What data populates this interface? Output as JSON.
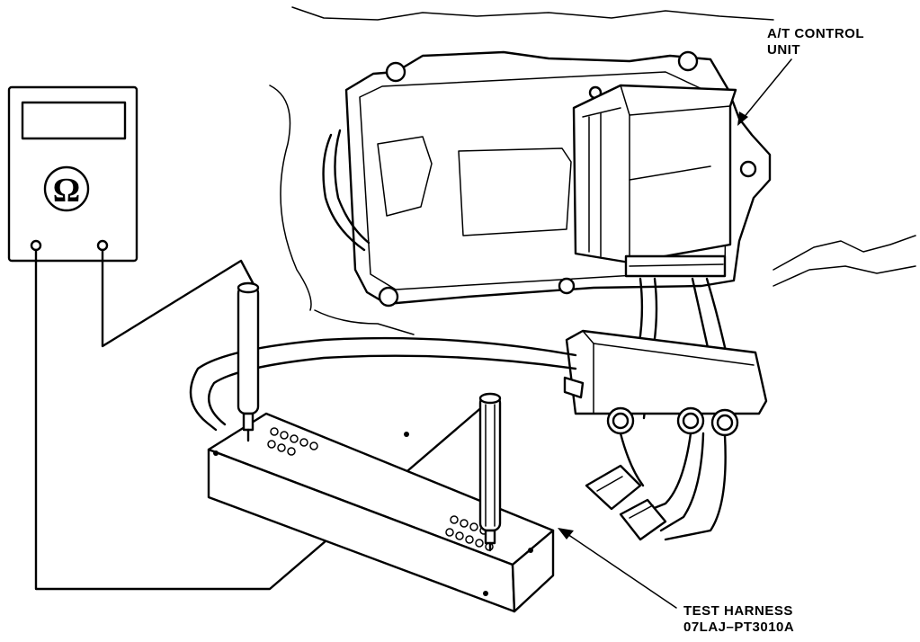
{
  "labels": {
    "control_unit": [
      "A/T CONTROL",
      "UNIT"
    ],
    "test_harness": [
      "TEST HARNESS",
      "07LAJ–PT3010A"
    ]
  },
  "meter": {
    "dial_symbol": "Ω"
  }
}
